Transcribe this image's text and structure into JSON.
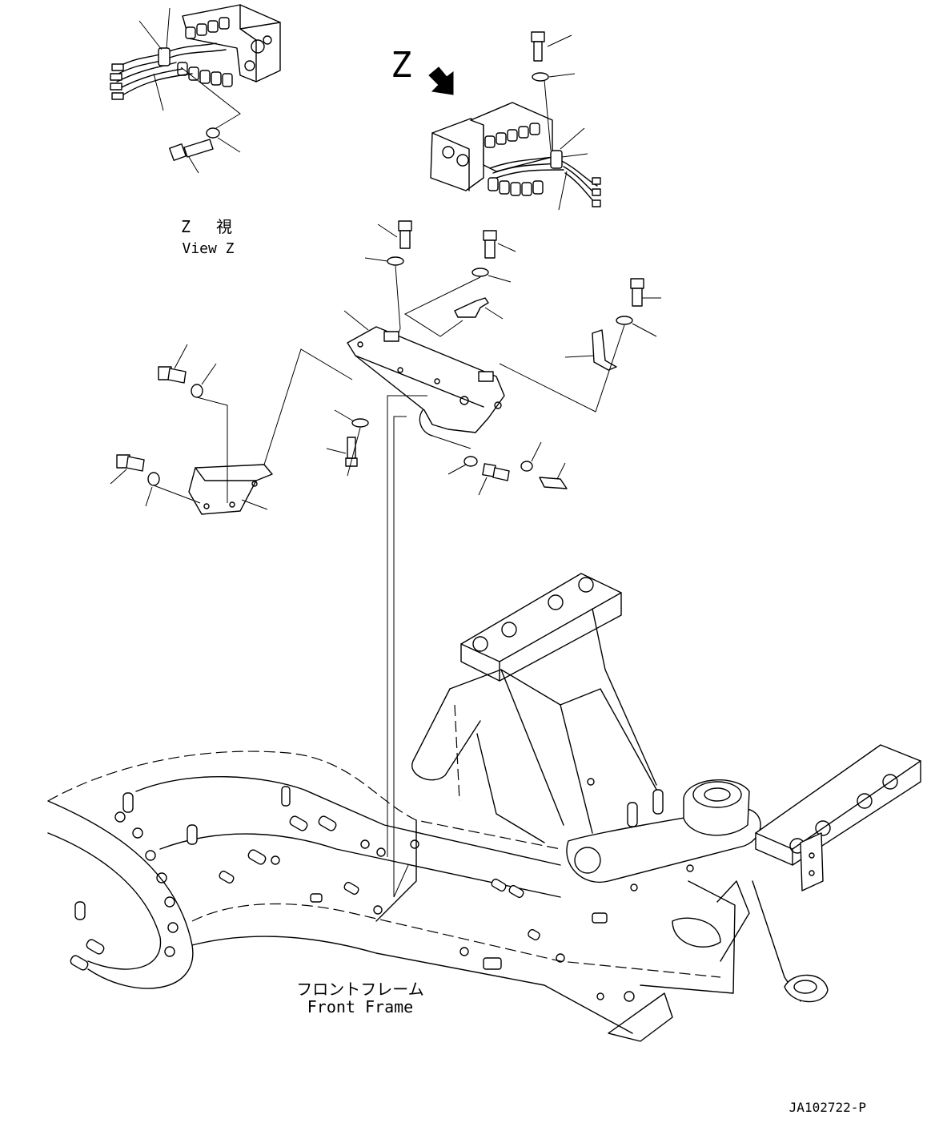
{
  "view_marker": {
    "letter": "Z"
  },
  "view_z_label": {
    "jp": "Z　 視",
    "en": "View Z"
  },
  "front_frame_label": {
    "jp": "フロントフレーム",
    "en": "Front Frame"
  },
  "drawing_number": "JA102722-P"
}
